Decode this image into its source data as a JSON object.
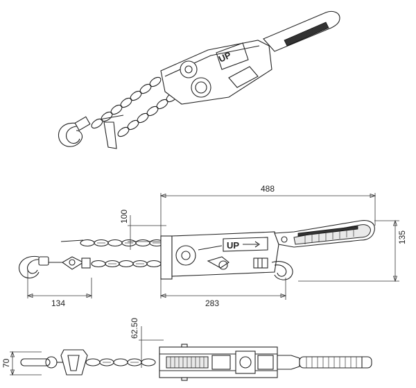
{
  "dimensions": {
    "overall_length": "488",
    "chain_offset": "100",
    "handle_height": "135",
    "hook_span": "134",
    "body_to_hook": "283",
    "side_offset": "62.50",
    "body_width": "70"
  },
  "labels": {
    "lever_arrow": "UP"
  },
  "views": [
    "isometric-view",
    "front-view",
    "top-view"
  ]
}
